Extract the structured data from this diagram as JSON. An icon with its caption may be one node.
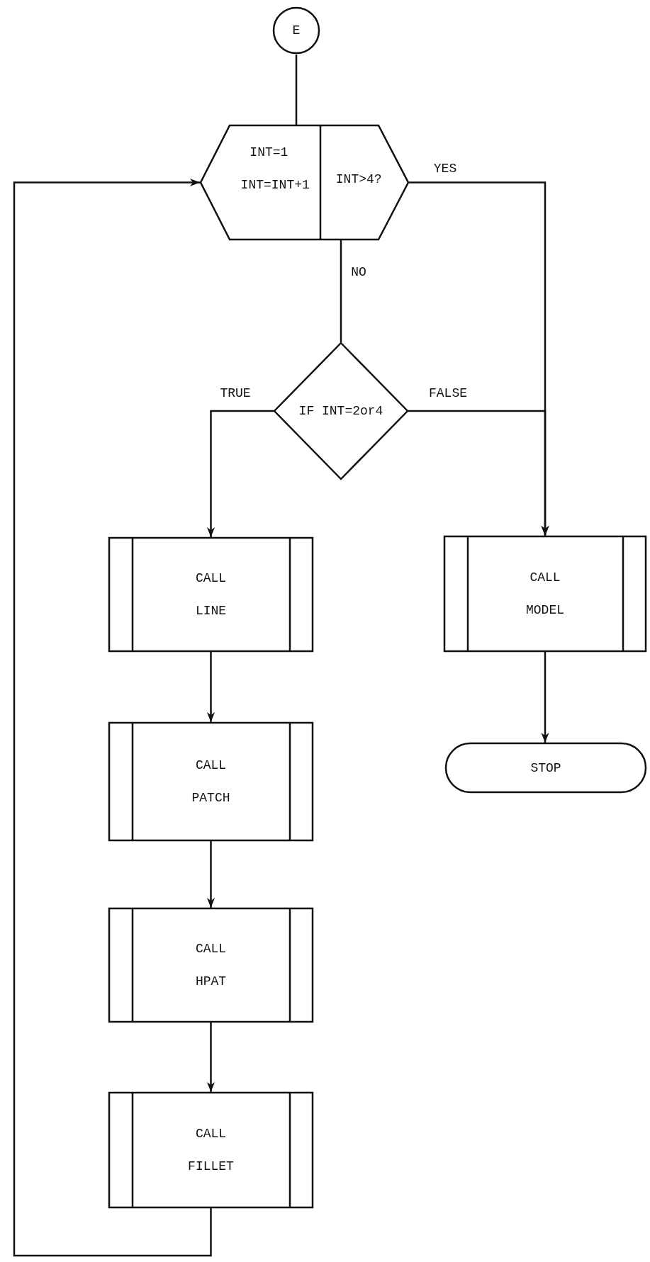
{
  "diagram": {
    "nodes": [
      {
        "text": [
          "E"
        ]
      },
      {
        "text": [
          "INT=1",
          "INT=INT+1",
          "INT>4?"
        ]
      },
      {
        "text": [
          "IF INT=2or4"
        ]
      },
      {
        "text": [
          "CALL LINE"
        ]
      },
      {
        "text": [
          "CALL PATCH"
        ]
      },
      {
        "text": [
          "CALL HPAT"
        ]
      },
      {
        "text": [
          "CALL FILLET"
        ]
      },
      {
        "text": [
          "CALL MODEL"
        ]
      },
      {
        "text": [
          "STOP"
        ]
      }
    ],
    "edges": [
      {
        "from": 0,
        "to": 1,
        "arrow": "none"
      },
      {
        "from": 1,
        "to": 2,
        "arrow": "none",
        "label": "NO"
      },
      {
        "from": 1,
        "to": 7,
        "arrow": "to",
        "label": "YES"
      },
      {
        "from": 2,
        "to": 7,
        "arrow": "to",
        "label": "FALSE"
      },
      {
        "from": 2,
        "to": 3,
        "arrow": "to",
        "label": "TRUE"
      },
      {
        "from": 3,
        "to": 4,
        "arrow": "to"
      },
      {
        "from": 4,
        "to": 5,
        "arrow": "to"
      },
      {
        "from": 5,
        "to": 6,
        "arrow": "to"
      },
      {
        "from": 6,
        "to": 1,
        "arrow": "to"
      },
      {
        "from": 7,
        "to": 8,
        "arrow": "to"
      }
    ]
  }
}
